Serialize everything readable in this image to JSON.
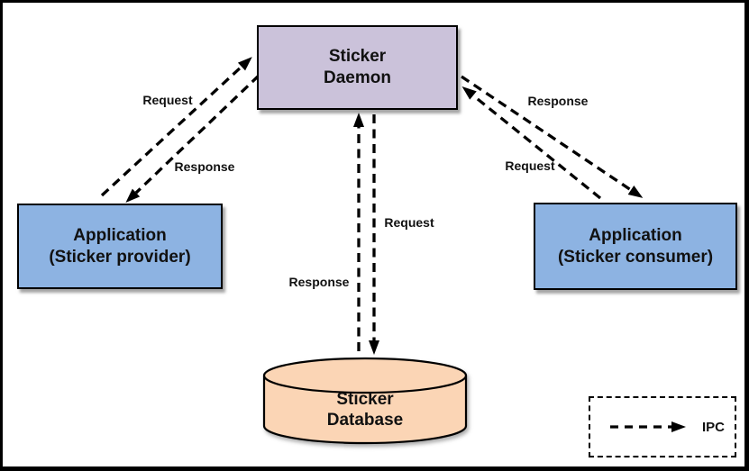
{
  "canvas": {
    "background": "#FFFFFF",
    "border_color": "#000000",
    "arrow_color": "#000000"
  },
  "nodes": {
    "daemon": {
      "line1": "Sticker",
      "line2": "Daemon",
      "fill": "#CBC2DA"
    },
    "provider": {
      "line1": "Application",
      "line2": "(Sticker provider)",
      "fill": "#8DB3E2"
    },
    "consumer": {
      "line1": "Application",
      "line2": "(Sticker consumer)",
      "fill": "#8DB3E2"
    },
    "database": {
      "line1": "Sticker",
      "line2": "Database",
      "fill": "#FBD5B5"
    }
  },
  "edge_labels": {
    "left_request": "Request",
    "left_response": "Response",
    "right_response": "Response",
    "right_request": "Request",
    "mid_request": "Request",
    "mid_response": "Response"
  },
  "legend": {
    "label": "IPC"
  }
}
